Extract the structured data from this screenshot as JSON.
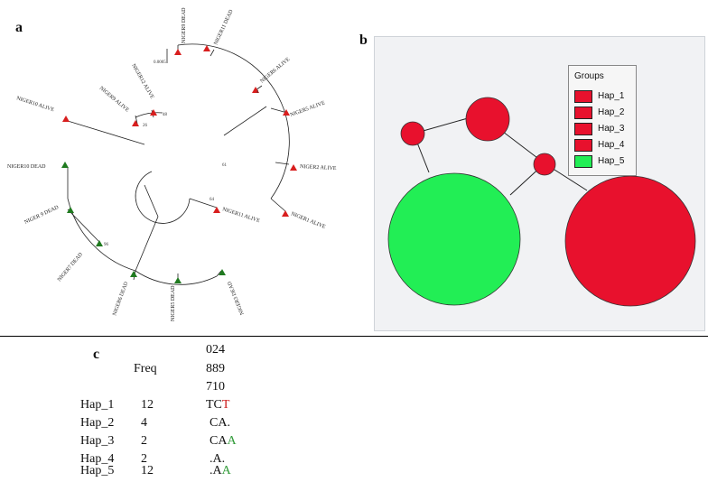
{
  "panels": {
    "a": "a",
    "b": "b",
    "c": "c"
  },
  "tree": {
    "scale_label": "0.0005",
    "leaves": [
      {
        "label": "NIGER9 DEAD",
        "status": "dead"
      },
      {
        "label": "NIGER11 DEAD",
        "status": "dead"
      },
      {
        "label": "NIGER6 ALIVE",
        "status": "alive"
      },
      {
        "label": "NIGER5 ALIVE",
        "status": "alive"
      },
      {
        "label": "NIGER2 ALIVE",
        "status": "alive"
      },
      {
        "label": "NIGER1 ALIVE",
        "status": "alive"
      },
      {
        "label": "NIGER11 ALIVE",
        "status": "alive"
      },
      {
        "label": "NIGER12 ALIVE",
        "status": "alive"
      },
      {
        "label": "NIGER9 ALIVE",
        "status": "alive"
      },
      {
        "label": "NIGER10 ALIVE",
        "status": "alive"
      },
      {
        "label": "NIGER10 DEAD",
        "status": "dead"
      },
      {
        "label": "NIGER 9 DEAD",
        "status": "dead"
      },
      {
        "label": "NIGER7 DEAD",
        "status": "dead"
      },
      {
        "label": "NIGER6 DEAD",
        "status": "dead"
      },
      {
        "label": "NIGER5 DEAD",
        "status": "dead"
      },
      {
        "label": "NIGER3 DEAD",
        "status": "dead"
      }
    ],
    "colors": {
      "alive": "#d81e1e",
      "dead": "#1f7a1f"
    }
  },
  "network": {
    "legend_title": "Groups",
    "legend": [
      {
        "label": "Hap_1",
        "color": "#e8112d"
      },
      {
        "label": "Hap_2",
        "color": "#e8112d"
      },
      {
        "label": "Hap_3",
        "color": "#e8112d"
      },
      {
        "label": "Hap_4",
        "color": "#e8112d"
      },
      {
        "label": "Hap_5",
        "color": "#22ee55"
      }
    ]
  },
  "table": {
    "freq_header": "Freq",
    "pos_rows": [
      "024",
      "889",
      "710"
    ],
    "rows": [
      {
        "hap": "Hap_1",
        "freq": "12",
        "seq_plain": "TC",
        "seq_hl": "T",
        "hl": "red"
      },
      {
        "hap": "Hap_2",
        "freq": "4",
        "seq_plain": "CA.",
        "seq_hl": "",
        "hl": ""
      },
      {
        "hap": "Hap_3",
        "freq": "2",
        "seq_plain": "CA",
        "seq_hl": "A",
        "hl": "green"
      },
      {
        "hap": "Hap_4",
        "freq": "2",
        "seq_plain": ".A.",
        "seq_hl": "",
        "hl": ""
      },
      {
        "hap": "Hap_5",
        "freq": "12",
        "seq_plain": ".A",
        "seq_hl": "A",
        "hl": "green"
      }
    ]
  }
}
